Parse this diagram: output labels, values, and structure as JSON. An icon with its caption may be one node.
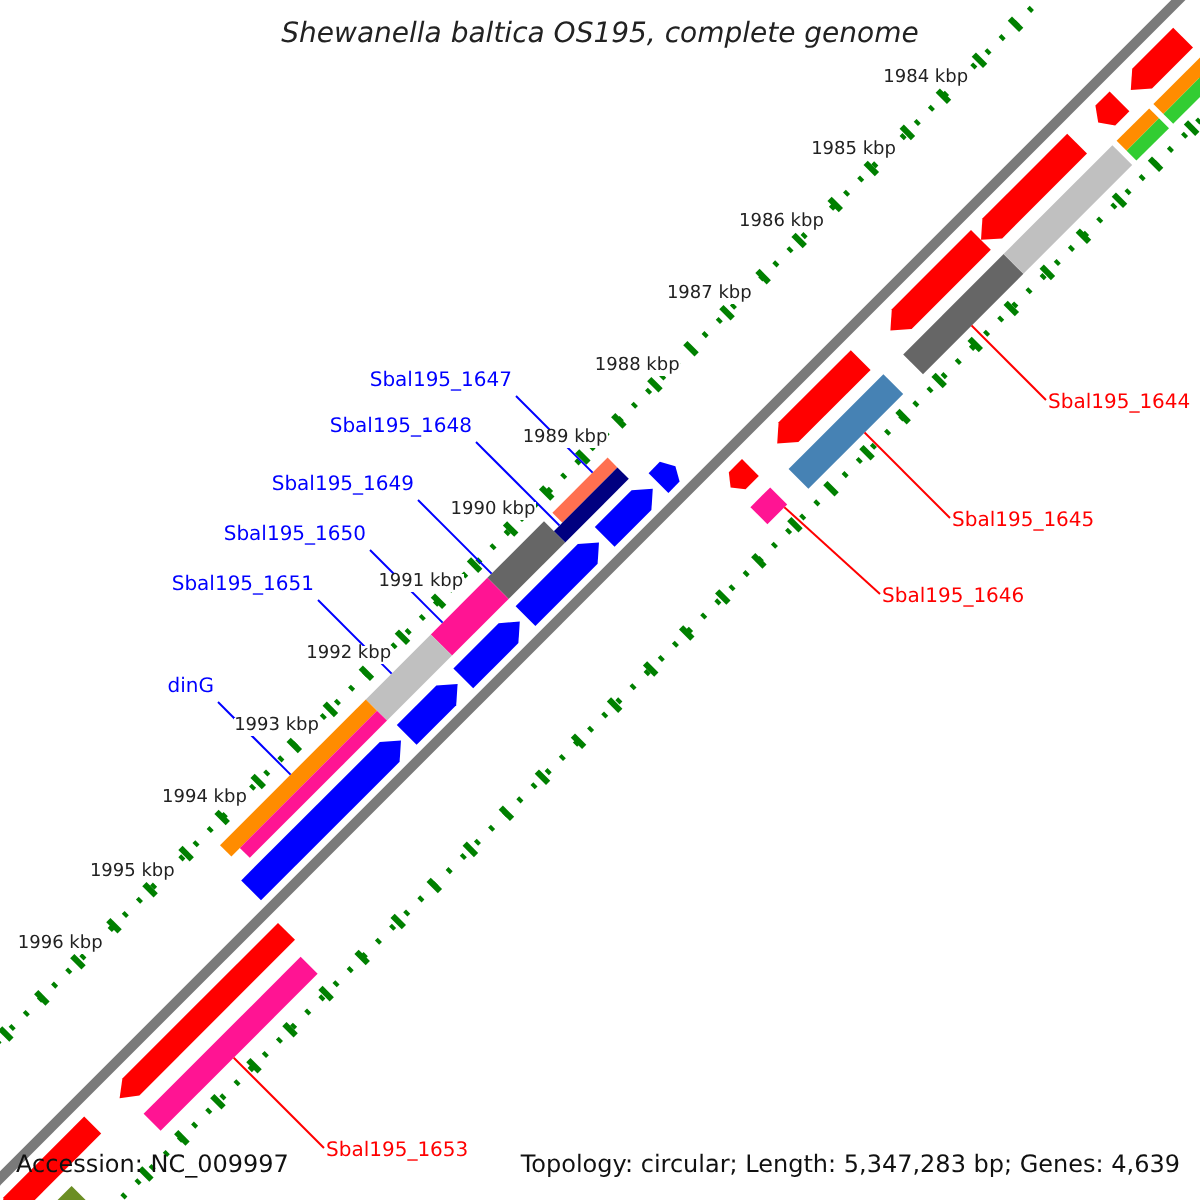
{
  "diagram": {
    "title": "Shewanella baltica OS195, complete genome",
    "nodes": [
      {
        "text": [
          "Sbal195_1647"
        ]
      },
      {
        "text": [
          "Sbal195_1644"
        ]
      },
      {
        "text": [
          "Sbal195_1648"
        ]
      },
      {
        "text": [
          "Sbal195_1649"
        ]
      },
      {
        "text": [
          "Sbal195_1645"
        ]
      },
      {
        "text": [
          "Sbal195_1650"
        ]
      },
      {
        "text": [
          "Sbal195_1651"
        ]
      },
      {
        "text": [
          "Sbal195_1646"
        ]
      },
      {
        "text": [
          "dinG"
        ]
      },
      {
        "text": [
          "Sbal195_1653"
        ]
      },
      {
        "text": [],
        "shape": "bar"
      },
      {
        "text": [],
        "shape": "bar"
      },
      {
        "text": [],
        "shape": "bar"
      },
      {
        "text": [],
        "shape": "bar"
      },
      {
        "text": [],
        "shape": "bar"
      },
      {
        "text": [],
        "shape": "bar"
      },
      {
        "text": [],
        "shape": "bar"
      },
      {
        "text": [],
        "shape": "bar"
      },
      {
        "text": [],
        "shape": "bar"
      },
      {
        "text": [],
        "shape": "bar"
      },
      {
        "text": [],
        "shape": "bar"
      },
      {
        "text": [],
        "shape": "bar"
      },
      {
        "text": [],
        "shape": "bar"
      },
      {
        "text": [],
        "shape": "bar"
      },
      {
        "text": [],
        "shape": "bar"
      },
      {
        "text": [],
        "shape": "bar"
      },
      {
        "text": [],
        "shape": "bar"
      },
      {
        "text": [],
        "shape": "bar"
      },
      {
        "text": [],
        "shape": "bar"
      },
      {
        "text": [],
        "shape": "bar"
      },
      {
        "text": [],
        "shape": "bar"
      },
      {
        "text": [],
        "shape": "bar"
      },
      {
        "text": [],
        "shape": "bar"
      },
      {
        "text": [],
        "shape": "bar"
      },
      {
        "text": [],
        "shape": "bar"
      },
      {
        "text": [],
        "shape": "bar"
      },
      {
        "text": [],
        "shape": "bar"
      },
      {
        "text": [],
        "shape": "bar"
      },
      {
        "text": [],
        "shape": "bar"
      },
      {
        "text": [],
        "shape": "bar"
      },
      {
        "text": [],
        "shape": "bar"
      }
    ],
    "edges": [
      {
        "from": 0,
        "to": 10,
        "arrow": "none"
      },
      {
        "from": 1,
        "to": 11,
        "arrow": "none",
        "color": "#ff0000"
      },
      {
        "from": 2,
        "to": 12,
        "arrow": "none"
      },
      {
        "from": 3,
        "to": 13,
        "arrow": "none"
      },
      {
        "from": 4,
        "to": 14,
        "arrow": "none",
        "color": "#ff0000"
      },
      {
        "from": 5,
        "to": 15,
        "arrow": "none"
      },
      {
        "from": 6,
        "to": 16,
        "arrow": "none"
      },
      {
        "from": 7,
        "to": 17,
        "arrow": "none",
        "color": "#ff0000"
      },
      {
        "from": 8,
        "to": 18,
        "arrow": "none"
      },
      {
        "from": 9,
        "to": 19,
        "arrow": "none",
        "color": "#ff0000"
      }
    ],
    "labels": [
      "1984 kbp",
      "1985 kbp",
      "1986 kbp",
      "1987 kbp",
      "1988 kbp",
      "1989 kbp",
      "1990 kbp",
      "1991 kbp",
      "1992 kbp",
      "1993 kbp",
      "1994 kbp",
      "1995 kbp",
      "1996 kbp",
      "Accession: NC_009997",
      "Topology: circular; Length: 5,347,283 bp; Genes: 4,639"
    ]
  }
}
